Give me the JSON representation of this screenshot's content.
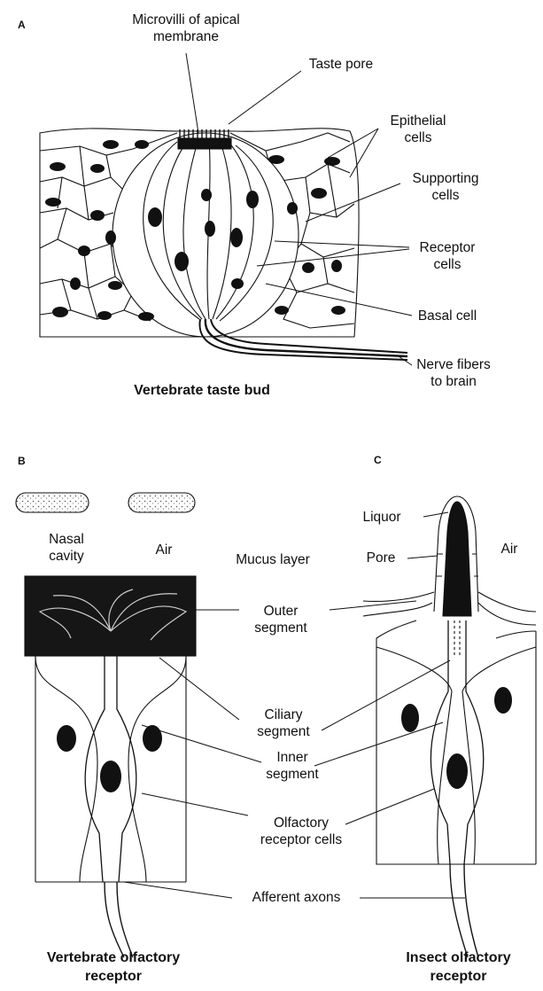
{
  "panels": {
    "a": "A",
    "b": "B",
    "c": "C"
  },
  "taste_bud": {
    "microvilli": [
      "Microvilli of apical",
      "membrane"
    ],
    "taste_pore": "Taste pore",
    "epithelial": [
      "Epithelial",
      "cells"
    ],
    "supporting": [
      "Supporting",
      "cells"
    ],
    "receptor": [
      "Receptor",
      "cells"
    ],
    "basal": "Basal cell",
    "nerve": [
      "Nerve fibers",
      "to brain"
    ],
    "caption": "Vertebrate taste bud"
  },
  "olfactory": {
    "nasal": [
      "Nasal",
      "cavity"
    ],
    "air_left": "Air",
    "mucus": "Mucus layer",
    "outer": [
      "Outer",
      "segment"
    ],
    "ciliary": [
      "Ciliary",
      "segment"
    ],
    "inner": [
      "Inner",
      "segment"
    ],
    "olfactory_cells": [
      "Olfactory",
      "receptor cells"
    ],
    "afferent": "Afferent axons",
    "caption_vertebrate": [
      "Vertebrate olfactory",
      "receptor"
    ]
  },
  "insect": {
    "liquor": "Liquor",
    "pore": "Pore",
    "air": "Air",
    "caption": [
      "Insect olfactory",
      "receptor"
    ]
  }
}
